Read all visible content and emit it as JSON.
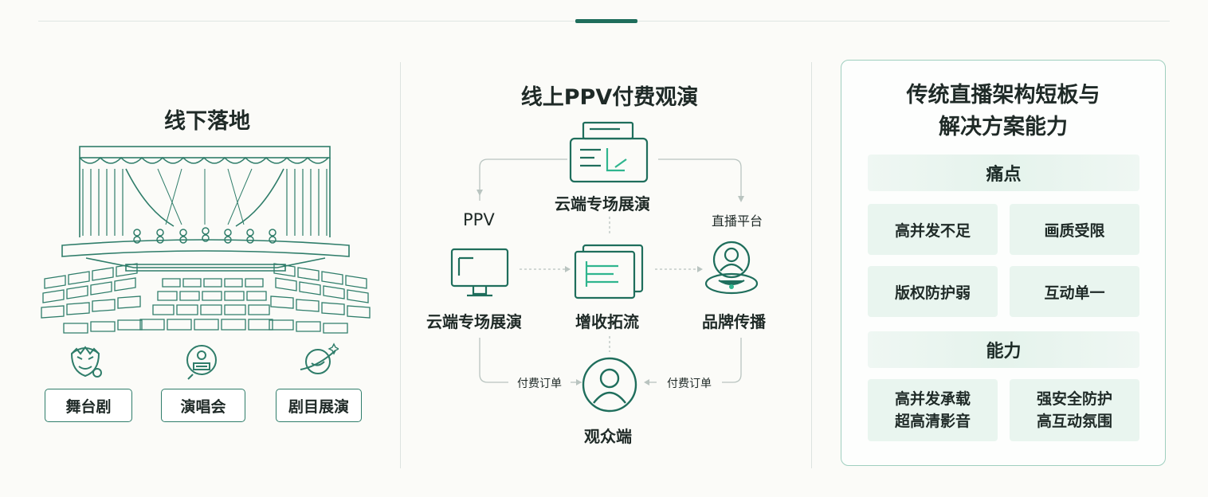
{
  "left": {
    "title": "线下落地",
    "tags": [
      "舞台剧",
      "演唱会",
      "剧目展演"
    ],
    "tag_icons": [
      "drama-mask-icon",
      "concert-icon",
      "planet-icon"
    ]
  },
  "middle": {
    "title": "线上PPV付费观演",
    "top_node": "云端专场展演",
    "left_node": "云端专场展演",
    "center_node": "增收拓流",
    "right_node": "品牌传播",
    "bottom_node": "观众端",
    "label_ppv": "PPV",
    "label_platform": "直播平台",
    "label_order_left": "付费订单",
    "label_order_right": "付费订单"
  },
  "right": {
    "title_line1": "传统直播架构短板与",
    "title_line2": "解决方案能力",
    "pain_heading": "痛点",
    "pain_items": [
      "高并发不足",
      "画质受限",
      "版权防护弱",
      "互动单一"
    ],
    "cap_heading": "能力",
    "cap_items": [
      {
        "line1": "高并发承载",
        "line2": "超高清影音"
      },
      {
        "line1": "强安全防护",
        "line2": "高互动氛围"
      }
    ]
  },
  "colors": {
    "accent": "#1f6e5c",
    "line": "#2f7d6a",
    "cell_bg": "#e9f5ef",
    "panel_border": "#9fcfbf"
  }
}
